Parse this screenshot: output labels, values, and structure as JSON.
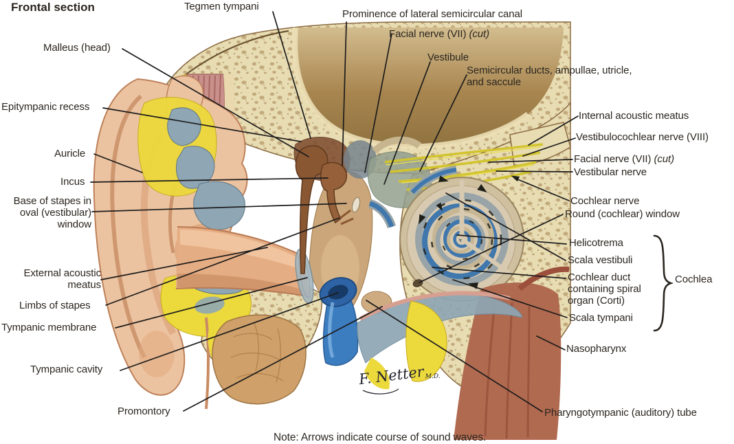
{
  "header": {
    "title": "Frontal section"
  },
  "note": "Note: Arrows indicate course of sound waves.",
  "signature": {
    "name": "F. Netter",
    "suffix": "M.D."
  },
  "labels": {
    "tegmen_tympani": "Tegmen tympani",
    "prominence_lateral_semicircular_canal": "Prominence of lateral semicircular canal",
    "facial_nerve_vii_top": {
      "text": "Facial nerve (VII) ",
      "cut": "(cut)"
    },
    "vestibule": "Vestibule",
    "semicircular_ducts": {
      "line1": "Semicircular ducts, ampullae, utricle,",
      "line2": "and saccule"
    },
    "malleus_head": "Malleus (head)",
    "epitympanic_recess": "Epitympanic recess",
    "auricle": "Auricle",
    "incus": "Incus",
    "base_of_stapes": {
      "line1": "Base of stapes in",
      "line2": "oval (vestibular)",
      "line3": "window"
    },
    "internal_acoustic_meatus": "Internal acoustic meatus",
    "vestibulocochlear_nerve": "Vestibulocochlear nerve (VIII)",
    "facial_nerve_vii_right": {
      "text": "Facial nerve (VII) ",
      "cut": "(cut)"
    },
    "vestibular_nerve": "Vestibular nerve",
    "cochlear_nerve": "Cochlear nerve",
    "round_window": "Round (cochlear) window",
    "helicotrema": "Helicotrema",
    "scala_vestibuli": "Scala vestibuli",
    "cochlear_duct": {
      "line1": "Cochlear duct",
      "line2": "containing spiral",
      "line3": "organ (Corti)"
    },
    "scala_tympani": "Scala tympani",
    "cochlea": "Cochlea",
    "nasopharynx": "Nasopharynx",
    "external_acoustic_meatus": {
      "line1": "External acoustic",
      "line2": "meatus"
    },
    "limbs_of_stapes": "Limbs of stapes",
    "tympanic_membrane": "Tympanic membrane",
    "tympanic_cavity": "Tympanic cavity",
    "promontory": "Promontory",
    "pharyngotympanic_tube": "Pharyngotympanic (auditory) tube"
  },
  "colors": {
    "label_text": "#2b2620",
    "leader_line": "#1b1b1b",
    "bone_cream": "#e8dcb2",
    "bone_speckle": "#9c7748",
    "cranial_interior": "#a8854f",
    "skin_peach": "#ecc3a0",
    "muscle_pink": "#c88f8b",
    "fat_yellow": "#ecd93c",
    "cartilage_blue_grey": "#8fa6b4",
    "cochlea_blue": "#4077ad",
    "tube_blue": "#3c7dc0",
    "nasopharynx_red": "#b06a50",
    "nerve_yellow": "#d2c42e",
    "gland_tan": "#cfa06a"
  }
}
